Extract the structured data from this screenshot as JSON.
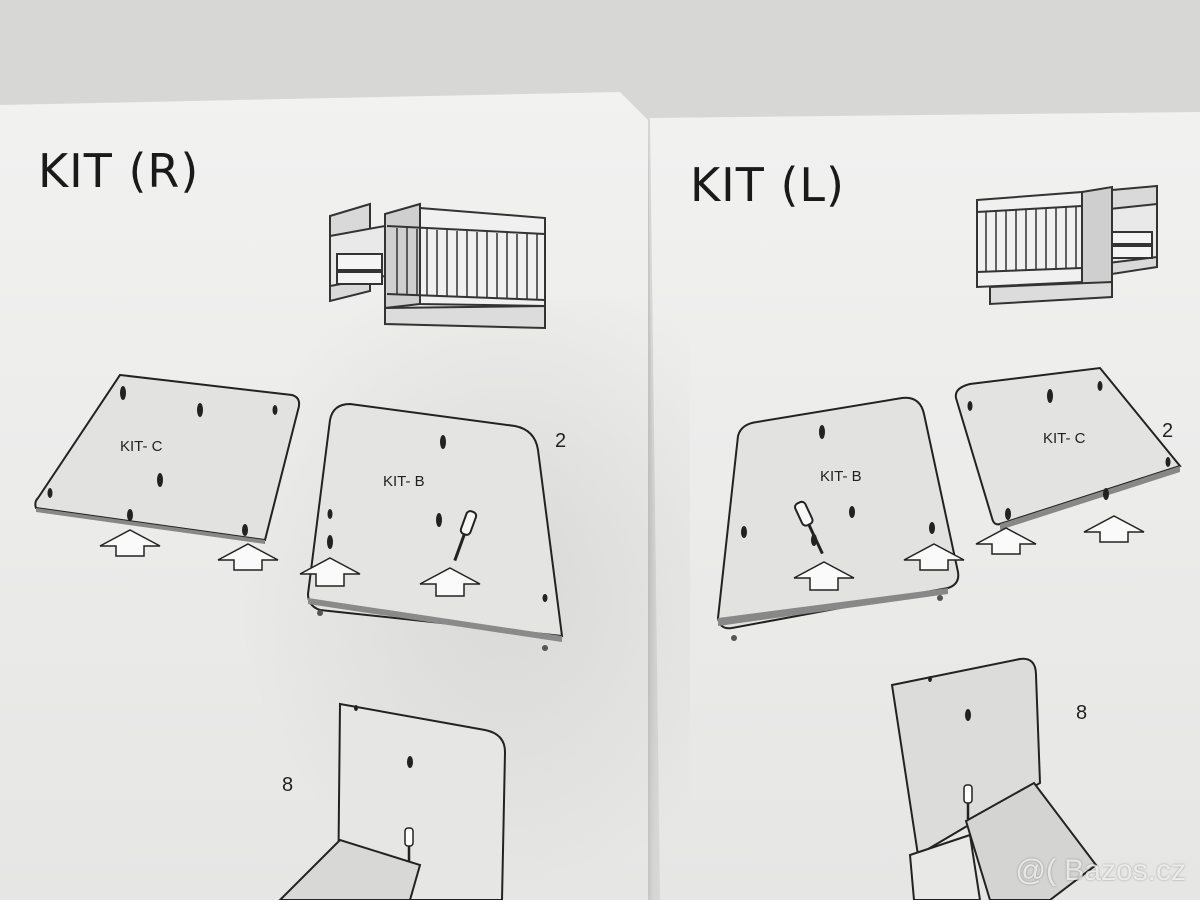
{
  "left_page": {
    "title": "KIT (R)",
    "step_top": "2",
    "step_bottom": "8",
    "panels": {
      "c": "KIT- C",
      "b": "KIT- B"
    }
  },
  "right_page": {
    "title": "KIT (L)",
    "step_top": "2",
    "step_bottom": "8",
    "panels": {
      "b": "KIT- B",
      "c": "KIT- C"
    }
  },
  "watermark": "@( Bazos.cz",
  "icons": [
    "crib-illustration",
    "screwdriver-icon",
    "arrow-up-icon"
  ]
}
